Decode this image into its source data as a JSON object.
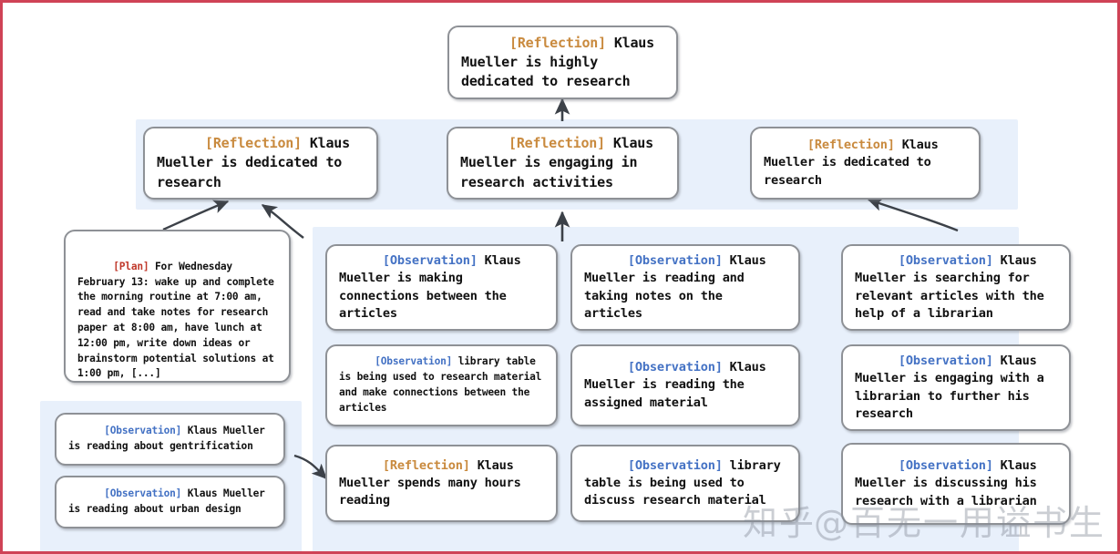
{
  "diagram": {
    "title": "Reflection tree for Klaus Mueller",
    "accent_border": "#cf4356",
    "panel_bg": "#e8f0fb",
    "node_border": "#8e9196",
    "tag_colors": {
      "reflection": "#c98a3e",
      "observation": "#4472c4",
      "plan": "#c0392b"
    }
  },
  "root": {
    "tag": "[Reflection]",
    "text": " Klaus Mueller is highly dedicated to research"
  },
  "reflections": [
    {
      "tag": "[Reflection]",
      "text": " Klaus Mueller is dedicated to research"
    },
    {
      "tag": "[Reflection]",
      "text": " Klaus Mueller is engaging in research activities"
    },
    {
      "tag": "[Reflection]",
      "text": " Klaus Mueller is dedicated to research"
    }
  ],
  "plan": {
    "tag": "[Plan]",
    "text": " For Wednesday February 13: wake up and complete the morning routine at 7:00 am, read and take notes for research paper at 8:00 am, have lunch at 12:00 pm, write down ideas or brainstorm potential solutions at 1:00 pm, [...]"
  },
  "left_observations": [
    {
      "tag": "[Observation]",
      "text": " Klaus Mueller is reading about gentrification"
    },
    {
      "tag": "[Observation]",
      "text": " Klaus Mueller is reading about urban design"
    }
  ],
  "column_one": [
    {
      "tag": "[Observation]",
      "text": " Klaus Mueller is making connections between the articles"
    },
    {
      "tag": "[Observation]",
      "text": " library table is being used to research material and make connections between the articles"
    },
    {
      "tag": "[Reflection]",
      "text": " Klaus Mueller spends many hours reading"
    }
  ],
  "column_two": [
    {
      "tag": "[Observation]",
      "text": " Klaus Mueller is reading and taking notes on the articles"
    },
    {
      "tag": "[Observation]",
      "text": " Klaus Mueller is reading the assigned material"
    },
    {
      "tag": "[Observation]",
      "text": " library table is being used to discuss research material"
    }
  ],
  "column_three": [
    {
      "tag": "[Observation]",
      "text": " Klaus Mueller is searching for relevant articles with the help of a librarian"
    },
    {
      "tag": "[Observation]",
      "text": " Klaus Mueller is engaging with a librarian to further his research"
    },
    {
      "tag": "[Observation]",
      "text": " Klaus Mueller is discussing his research with a librarian"
    }
  ],
  "watermark": {
    "zhihu": "知乎",
    "handle": "@百无一用谥书生"
  }
}
